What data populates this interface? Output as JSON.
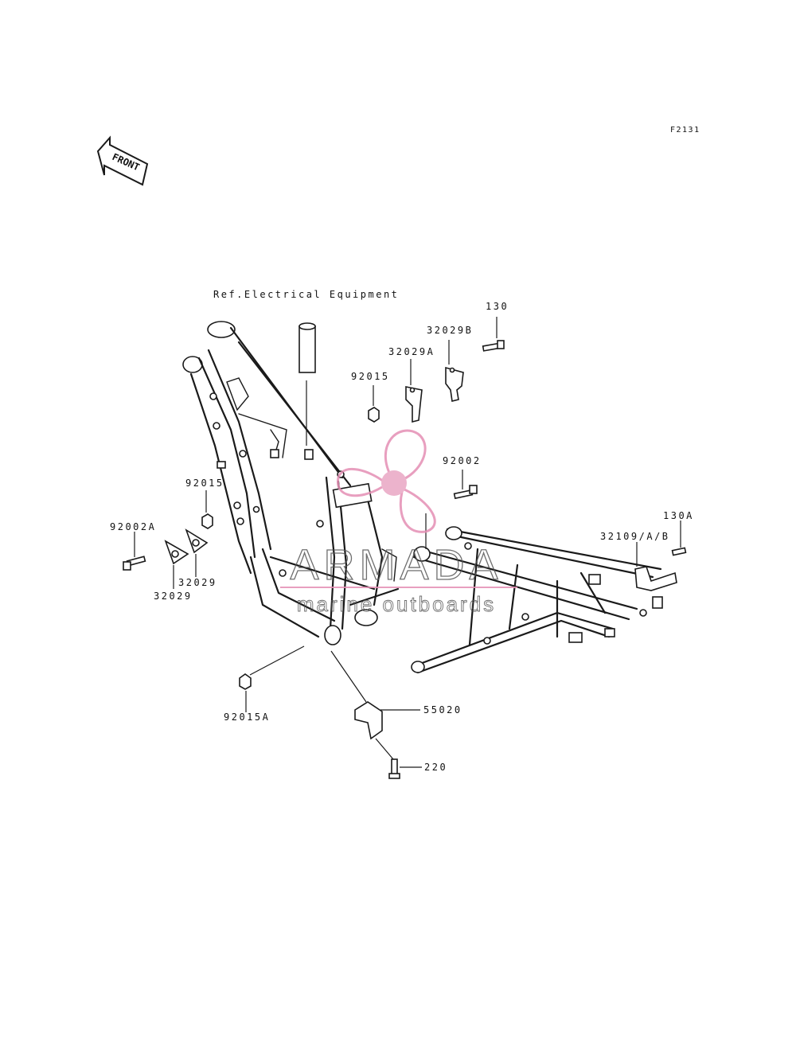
{
  "diagram": {
    "figure_code": "F2131",
    "front_arrow_label": "FRONT",
    "ref_note": "Ref.Electrical Equipment",
    "parts": {
      "p130": "130",
      "p32029B": "32029B",
      "p32029A": "32029A",
      "p92015_top": "92015",
      "p92002": "92002",
      "p130A": "130A",
      "p32109": "32109/A/B",
      "p92015_left": "92015",
      "p92002A": "92002A",
      "p32029_right": "32029",
      "p32029_left": "32029",
      "p92015A": "92015A",
      "p55020": "55020",
      "p220": "220"
    }
  },
  "watermark": {
    "brand": "ARMADA",
    "tagline": "marine outboards",
    "color": "#e58fb4"
  }
}
